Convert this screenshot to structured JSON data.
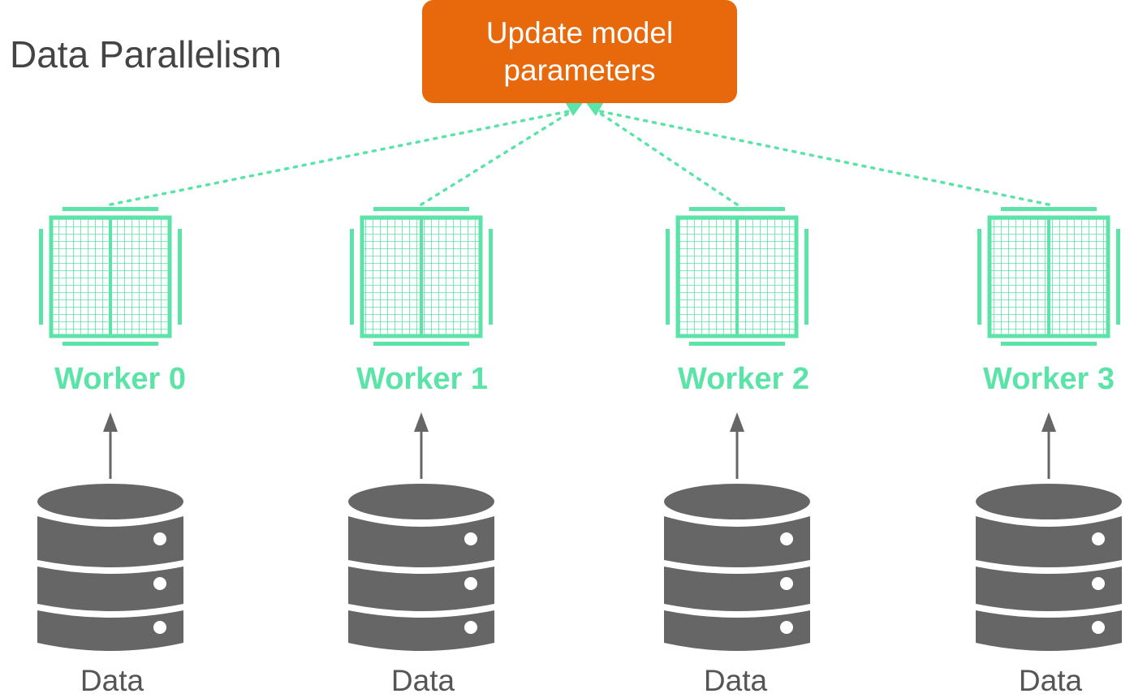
{
  "title": "Data Parallelism",
  "update_box": {
    "line1": "Update model",
    "line2": "parameters"
  },
  "colors": {
    "accent_green": "#5ce3a8",
    "update_orange": "#e8680c",
    "database_gray": "#666666",
    "arrow_gray": "#666666",
    "title_gray": "#444444"
  },
  "workers": [
    {
      "label": "Worker 0",
      "data_label": "Data",
      "icon": "accelerator-chip-icon",
      "data_icon": "database-icon"
    },
    {
      "label": "Worker 1",
      "data_label": "Data",
      "icon": "accelerator-chip-icon",
      "data_icon": "database-icon"
    },
    {
      "label": "Worker 2",
      "data_label": "Data",
      "icon": "accelerator-chip-icon",
      "data_icon": "database-icon"
    },
    {
      "label": "Worker 3",
      "data_label": "Data",
      "icon": "accelerator-chip-icon",
      "data_icon": "database-icon"
    }
  ]
}
